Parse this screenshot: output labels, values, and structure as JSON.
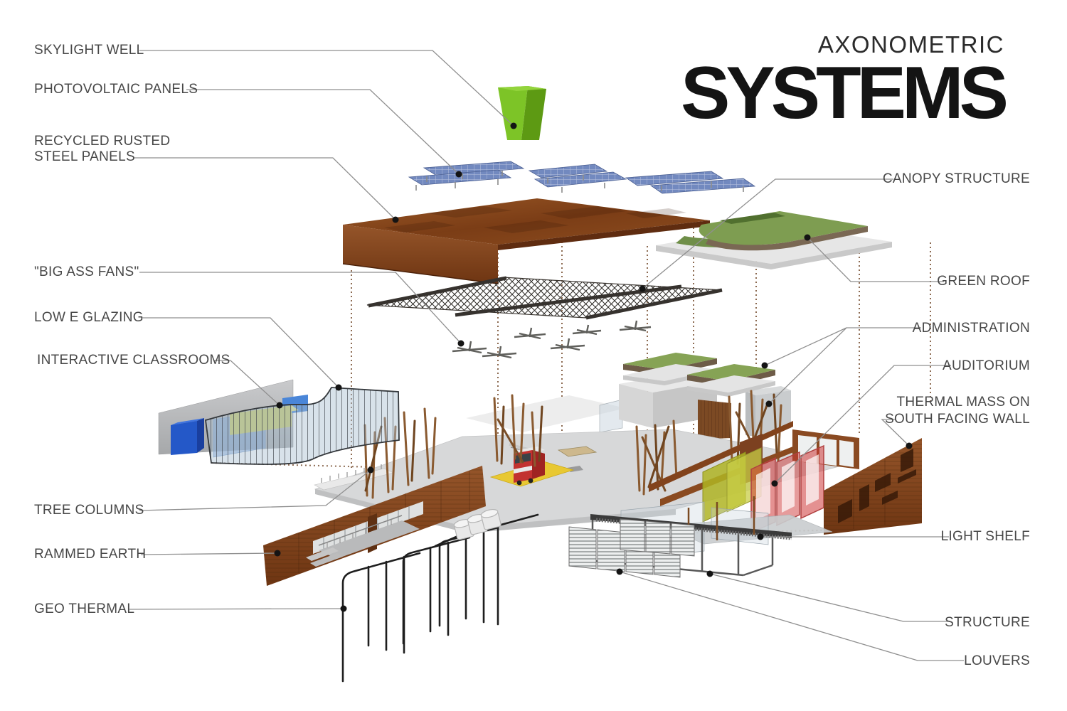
{
  "title": {
    "kicker": "AXONOMETRIC",
    "main": "SYSTEMS"
  },
  "labels": {
    "skylight": "SKYLIGHT WELL",
    "pv": "PHOTOVOLTAIC PANELS",
    "recycled1": "RECYCLED RUSTED",
    "recycled2": "STEEL PANELS",
    "fans": "\"BIG ASS FANS\"",
    "lowe": "LOW E GLAZING",
    "classrooms": "INTERACTIVE CLASSROOMS",
    "tree": "TREE COLUMNS",
    "rammed": "RAMMED EARTH",
    "geo": "GEO THERMAL",
    "canopy": "CANOPY STRUCTURE",
    "greenroof": "GREEN ROOF",
    "admin": "ADMINISTRATION",
    "auditorium": "AUDITORIUM",
    "thermal1": "THERMAL MASS ON",
    "thermal2": "SOUTH FACING WALL",
    "lightshelf": "LIGHT SHELF",
    "structure": "STRUCTURE",
    "louvers": "LOUVERS"
  },
  "colors": {
    "skylight_green": "#7dc427",
    "pv_blue": "#7289bf",
    "rust_steel": "#8a4a1f",
    "green_roof": "#7e9d51",
    "leader_line": "#8f8f8f",
    "label_text": "#474747"
  }
}
